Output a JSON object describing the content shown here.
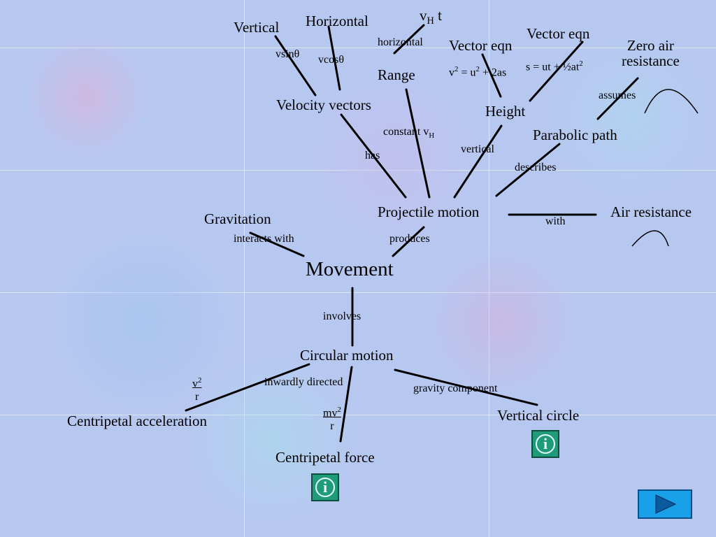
{
  "nodes": {
    "vertical": "Vertical",
    "horizontal": "Horizontal",
    "vht_v": "v",
    "vht_sub": "H",
    "vht_t": " t",
    "vector_eqn_1": "Vector eqn",
    "vector_eqn_2": "Vector eqn",
    "zero_air_1": "Zero air",
    "zero_air_2": "resistance",
    "range": "Range",
    "velocity_vectors": "Velocity vectors",
    "height": "Height",
    "parabolic_path": "Parabolic path",
    "projectile_motion": "Projectile motion",
    "air_resistance": "Air resistance",
    "gravitation": "Gravitation",
    "movement": "Movement",
    "circular_motion": "Circular motion",
    "centripetal_acceleration": "Centripetal acceleration",
    "vertical_circle": "Vertical circle",
    "centripetal_force": "Centripetal force"
  },
  "labels": {
    "vsin": "vsinθ",
    "vcos": "vcosθ",
    "horizontal_link": "horizontal",
    "eqn1_a": "v",
    "eqn1_sup1": "2",
    "eqn1_b": " = u",
    "eqn1_sup2": "2",
    "eqn1_c": " + 2as",
    "eqn2_a": "s = ut + ½at",
    "eqn2_sup": "2",
    "assumes": "assumes",
    "constant_a": "constant v",
    "constant_sub": "H",
    "has": "has",
    "vertical_link": "vertical",
    "describes": "describes",
    "with": "with",
    "interacts_with": "interacts with",
    "produces": "produces",
    "involves": "involves",
    "inwardly_directed": "inwardly directed",
    "gravity_component": "gravity component",
    "accel_num": "v",
    "accel_sup": "2",
    "accel_den": "r",
    "force_num": "mv",
    "force_sup": "2",
    "force_den": "r"
  },
  "buttons": {
    "info_glyph": "i"
  },
  "colors": {
    "info_button": "#1f9a7a",
    "next_button": "#1aa0e8",
    "connector": "#000000"
  }
}
